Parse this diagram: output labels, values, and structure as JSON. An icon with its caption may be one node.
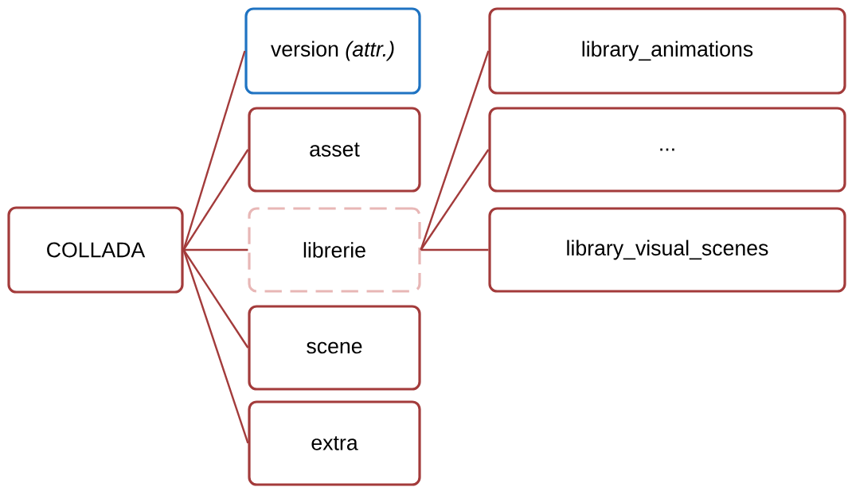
{
  "diagram": {
    "nodes": [
      {
        "text": [
          "COLLADA"
        ]
      },
      {
        "text": [
          "version *(attr.)*"
        ]
      },
      {
        "text": [
          "asset"
        ]
      },
      {
        "text": [
          "librerie"
        ]
      },
      {
        "text": [
          "scene"
        ]
      },
      {
        "text": [
          "extra"
        ]
      },
      {
        "text": [
          "library_animations"
        ]
      },
      {
        "text": [
          "..."
        ]
      },
      {
        "text": [
          "library_visual_scenes"
        ]
      }
    ],
    "edges": [
      {
        "from": 0,
        "to": 1,
        "arrow": "none"
      },
      {
        "from": 0,
        "to": 2,
        "arrow": "none"
      },
      {
        "from": 0,
        "to": 3,
        "arrow": "none"
      },
      {
        "from": 0,
        "to": 4,
        "arrow": "none"
      },
      {
        "from": 0,
        "to": 5,
        "arrow": "none"
      },
      {
        "from": 3,
        "to": 6,
        "arrow": "none"
      },
      {
        "from": 3,
        "to": 7,
        "arrow": "none"
      },
      {
        "from": 3,
        "to": 8,
        "arrow": "none"
      }
    ]
  }
}
